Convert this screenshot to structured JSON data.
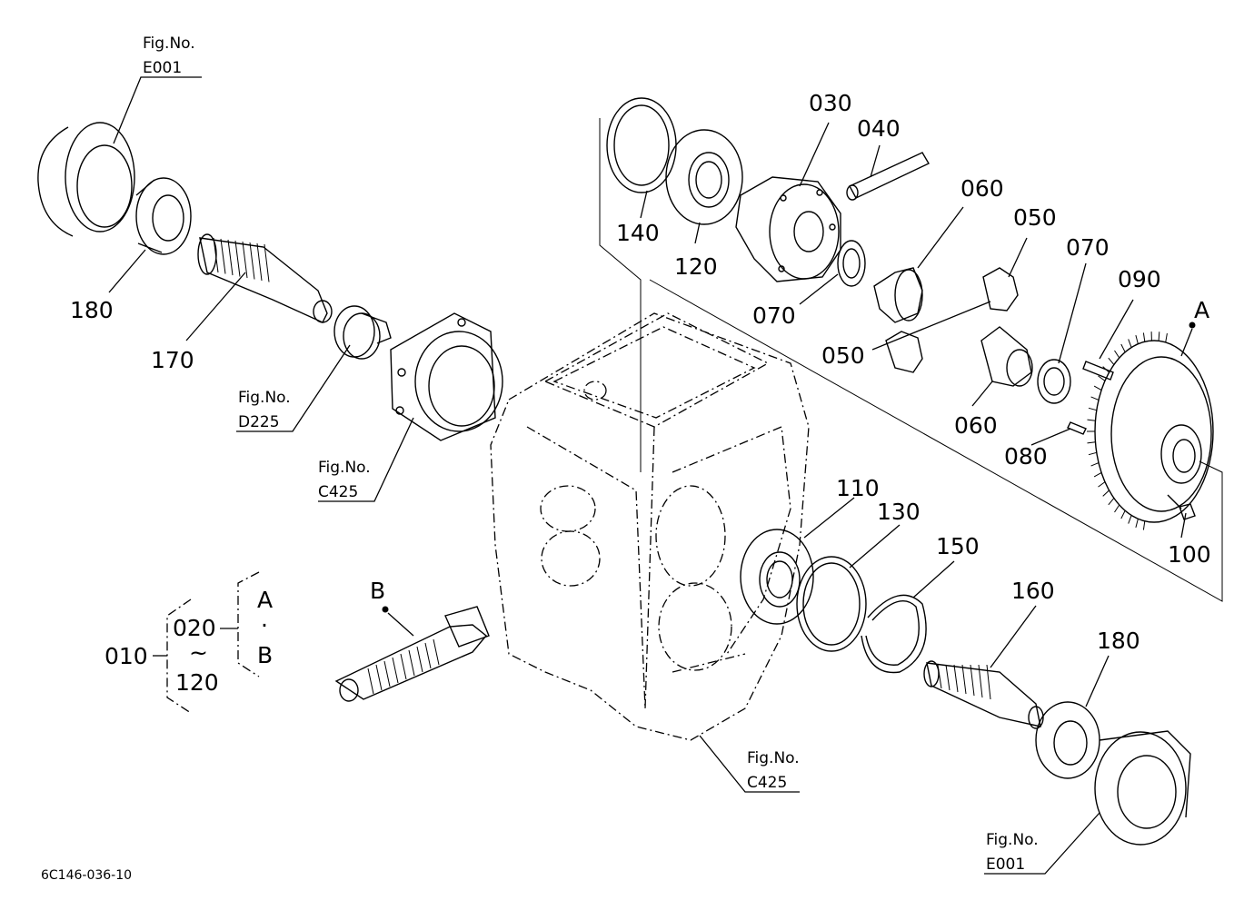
{
  "drawing_id": "6C146-036-10",
  "callouts": {
    "c010": "010",
    "c020": "020",
    "c030": "030",
    "c040": "040",
    "c050a": "050",
    "c050b": "050",
    "c060a": "060",
    "c060b": "060",
    "c070a": "070",
    "c070b": "070",
    "c080": "080",
    "c090": "090",
    "c100": "100",
    "c110": "110",
    "c120a": "120",
    "c120b": "120",
    "c130": "130",
    "c140": "140",
    "c150": "150",
    "c160": "160",
    "c170": "170",
    "c180a": "180",
    "c180b": "180",
    "tilde": "~",
    "dot": "·"
  },
  "markers": {
    "a1": "A",
    "a2": "A",
    "b1": "B",
    "b2": "B"
  },
  "fig_refs": {
    "e001_top": {
      "label": "Fig.No.",
      "code": "E001"
    },
    "d225": {
      "label": "Fig.No.",
      "code": "D225"
    },
    "c425_left": {
      "label": "Fig.No.",
      "code": "C425"
    },
    "c425_bottom": {
      "label": "Fig.No.",
      "code": "C425"
    },
    "e001_bottom": {
      "label": "Fig.No.",
      "code": "E001"
    }
  }
}
